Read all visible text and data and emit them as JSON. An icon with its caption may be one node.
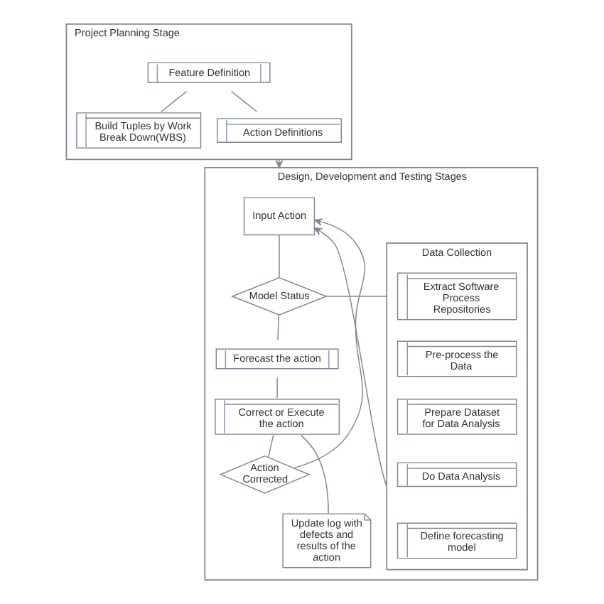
{
  "diagram": {
    "nodes": [
      {
        "text": [
          "Project Planning Stage"
        ]
      },
      {
        "text": [
          "Feature Definition"
        ],
        "in": 0
      },
      {
        "text": [
          "Build Tuples by Work Break Down(WBS)"
        ],
        "in": 0
      },
      {
        "text": [
          "Action Definitions"
        ],
        "in": 0
      },
      {
        "text": [
          "Design, Development and Testing Stages"
        ]
      },
      {
        "text": [
          "Input Action"
        ],
        "in": 4
      },
      {
        "text": [
          "Model Status"
        ],
        "in": 4
      },
      {
        "text": [
          "Forecast the action"
        ],
        "in": 4
      },
      {
        "text": [
          "Data Collection"
        ],
        "in": 4
      },
      {
        "text": [
          "Extract Software Process Repositories"
        ],
        "in": 8
      },
      {
        "text": [
          "Pre-process the Data"
        ],
        "in": 8
      },
      {
        "text": [
          "Prepare Dataset for Data Analysis"
        ],
        "in": 8
      },
      {
        "text": [
          "Do Data Analysis"
        ],
        "in": 8
      },
      {
        "text": [
          "Define forecasting model"
        ],
        "in": 8
      },
      {
        "text": [
          "Action Corrected"
        ],
        "in": 4
      },
      {
        "text": [
          "Correct or Execute the action"
        ],
        "in": 4
      },
      {
        "text": [
          "Update log with defects and results of the action"
        ],
        "in": 4
      }
    ],
    "edges": [
      {
        "from": 1,
        "to": 2,
        "arrow": "none"
      },
      {
        "from": 1,
        "to": 3,
        "arrow": "none"
      },
      {
        "from": 0,
        "to": 4,
        "arrow": "to"
      },
      {
        "from": 5,
        "to": 6,
        "arrow": "none"
      },
      {
        "from": 6,
        "to": 7,
        "arrow": "none"
      },
      {
        "from": 6,
        "to": 8,
        "arrow": "none"
      },
      {
        "from": 7,
        "to": 15,
        "arrow": "none"
      },
      {
        "from": 15,
        "to": 14,
        "arrow": "none"
      },
      {
        "from": 15,
        "to": 16,
        "arrow": "none"
      },
      {
        "from": 14,
        "to": 5,
        "arrow": "to"
      },
      {
        "from": 8,
        "to": 5,
        "arrow": "to"
      }
    ]
  }
}
